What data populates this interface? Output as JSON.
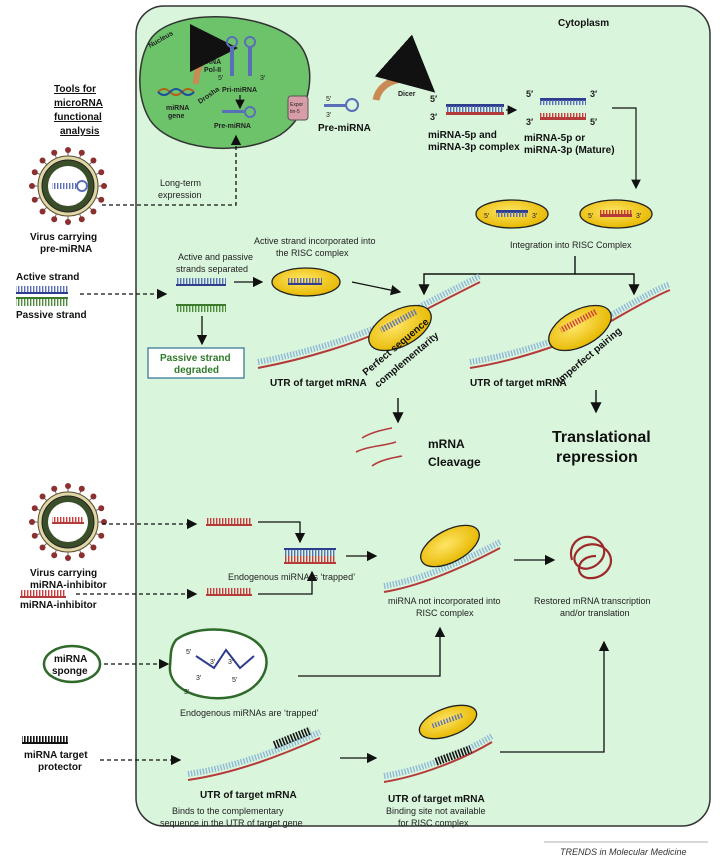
{
  "cytoplasm_label": "Cytoplasm",
  "nucleus_label": "Nucleus",
  "tools": [
    "Tools for",
    "microRNA",
    "functional",
    "analysis"
  ],
  "nucleus": {
    "rna_pol": [
      "RNA",
      "Pol-II"
    ],
    "mirna_gene": [
      "miRNA",
      "gene"
    ],
    "drosha": "Drosha",
    "pri_mirna": "Pri-miRNA",
    "pre_mirna": "Pre-miRNA",
    "exportin": [
      "Expor",
      "tin-5"
    ]
  },
  "pathway": {
    "pre_mirna": "Pre-miRNA",
    "dicer": "Dicer",
    "complex": [
      "miRNA-5p  and",
      "miRNA-3p complex"
    ],
    "mature": [
      "miRNA-5p or",
      "miRNA-3p (Mature)"
    ],
    "risc_integration": "Integration into RISC Complex",
    "five": "5′",
    "three": "3′"
  },
  "virus_premirna": {
    "label": [
      "Virus carrying",
      "pre-miRNA"
    ],
    "long_term": [
      "Long-term",
      "expression"
    ]
  },
  "strands": {
    "active": "Active strand",
    "passive": "Passive strand",
    "separated": [
      "Active and passive",
      "strands separated"
    ],
    "incorporated": [
      "Active strand incorporated into",
      "the RISC complex"
    ],
    "degraded": [
      "Passive strand",
      "degraded"
    ]
  },
  "targets": {
    "utr1": "UTR of target mRNA",
    "perfect": [
      "Perfect sequence",
      "complementarity"
    ],
    "utr2": "UTR of target mRNA",
    "imperfect": "Imperfect pairing",
    "cleavage": [
      "mRNA",
      "Cleavage"
    ],
    "repression": [
      "Translational",
      "repression"
    ]
  },
  "inhibitors": {
    "virus_label": [
      "Virus carrying",
      "miRNA-inhibitor"
    ],
    "inhibitor_label": "miRNA-inhibitor",
    "trapped": "Endogenous miRNA is ‘trapped’",
    "not_incorporated": [
      "miRNA not incorporated into",
      "RISC complex"
    ],
    "restored": [
      "Restored mRNA  transcription",
      "and/or translation"
    ]
  },
  "sponge": {
    "label": [
      "miRNA",
      "sponge"
    ],
    "trapped": "Endogenous miRNAs are ‘trapped’"
  },
  "protector": {
    "label": [
      "miRNA target",
      "protector"
    ],
    "utr": "UTR of target mRNA",
    "binds": [
      "Binds to the complementary",
      "sequence in the UTR of target gene"
    ],
    "utr2": "UTR of target mRNA",
    "not_available": [
      "Binding site not available",
      "for RISC complex"
    ]
  },
  "footer": "TRENDS in Molecular Medicine"
}
